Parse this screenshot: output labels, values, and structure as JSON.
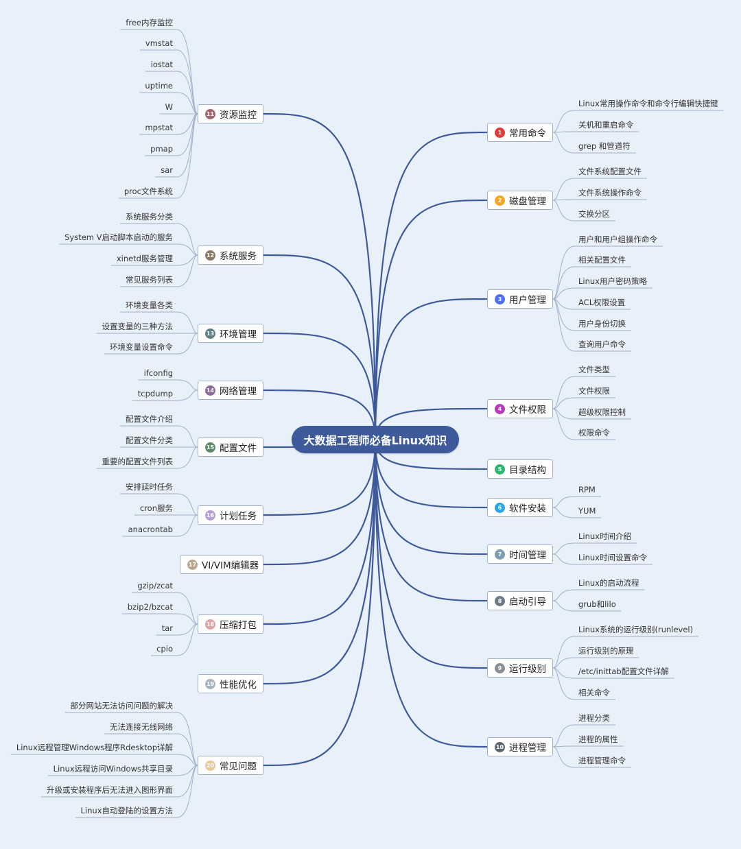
{
  "central_topic": "大数据工程师必备Linux知识",
  "colors": {
    "background": "#e8f0f9",
    "root": "#3f5a9a",
    "branch_line": "#3f5a9a",
    "leaf_line": "#9fb0c8"
  },
  "right_branches": [
    {
      "num": "1",
      "label": "常用命令",
      "color": "#e53935",
      "children": [
        "Linux常用操作命令和命令行编辑快捷键",
        "关机和重启命令",
        "grep 和管道符"
      ]
    },
    {
      "num": "2",
      "label": "磁盘管理",
      "color": "#f5a623",
      "children": [
        "文件系统配置文件",
        "文件系统操作命令",
        "交换分区"
      ]
    },
    {
      "num": "3",
      "label": "用户管理",
      "color": "#4f6ef7",
      "children": [
        "用户和用户组操作命令",
        "相关配置文件",
        "Linux用户密码策略",
        "ACL权限设置",
        "用户身份切换",
        "查询用户命令"
      ]
    },
    {
      "num": "4",
      "label": "文件权限",
      "color": "#b33fb8",
      "children": [
        "文件类型",
        "文件权限",
        "超级权限控制",
        "权限命令"
      ]
    },
    {
      "num": "5",
      "label": "目录结构",
      "color": "#2eb872",
      "children": []
    },
    {
      "num": "6",
      "label": "软件安装",
      "color": "#29a8e0",
      "children": [
        "RPM",
        "YUM"
      ]
    },
    {
      "num": "7",
      "label": "时间管理",
      "color": "#7b9eb0",
      "children": [
        "Linux时间介绍",
        "Linux时间设置命令"
      ]
    },
    {
      "num": "8",
      "label": "启动引导",
      "color": "#6c7a87",
      "children": [
        "Linux的启动流程",
        "grub和lilo"
      ]
    },
    {
      "num": "9",
      "label": "运行级别",
      "color": "#8a8f96",
      "children": [
        "Linux系统的运行级别(runlevel)",
        "运行级别的原理",
        "/etc/inittab配置文件详解",
        "相关命令"
      ]
    },
    {
      "num": "10",
      "label": "进程管理",
      "color": "#5d6670",
      "children": [
        "进程分类",
        "进程的属性",
        "进程管理命令"
      ]
    }
  ],
  "left_branches": [
    {
      "num": "11",
      "label": "资源监控",
      "color": "#a3646e",
      "children": [
        "free内存监控",
        "vmstat",
        "iostat",
        "uptime",
        "W",
        "mpstat",
        "pmap",
        "sar",
        "proc文件系统"
      ]
    },
    {
      "num": "12",
      "label": "系统服务",
      "color": "#8a7a66",
      "children": [
        "系统服务分类",
        "System V启动脚本启动的服务",
        "xinetd服务管理",
        "常见服务列表"
      ]
    },
    {
      "num": "13",
      "label": "环境管理",
      "color": "#5f7f87",
      "children": [
        "环境变量各类",
        "设置变量的三种方法",
        "环境变量设置命令"
      ]
    },
    {
      "num": "14",
      "label": "网络管理",
      "color": "#8a6a9a",
      "children": [
        "ifconfig",
        "tcpdump"
      ]
    },
    {
      "num": "15",
      "label": "配置文件",
      "color": "#5e8a6a",
      "children": [
        "配置文件介绍",
        "配置文件分类",
        "重要的配置文件列表"
      ]
    },
    {
      "num": "16",
      "label": "计划任务",
      "color": "#b2a2d0",
      "children": [
        "安排延时任务",
        "cron服务",
        "anacrontab"
      ]
    },
    {
      "num": "17",
      "label": "VI/VIM编辑器",
      "color": "#b8a88e",
      "children": []
    },
    {
      "num": "18",
      "label": "压缩打包",
      "color": "#e0a3a3",
      "children": [
        "gzip/zcat",
        "bzip2/bzcat",
        "tar",
        "cpio"
      ]
    },
    {
      "num": "19",
      "label": "性能优化",
      "color": "#a8b4bd",
      "children": []
    },
    {
      "num": "20",
      "label": "常见问题",
      "color": "#e8c79a",
      "children": [
        "部分网站无法访问问题的解决",
        "无法连接无线网络",
        "Linux远程管理Windows程序Rdesktop详解",
        "Linux远程访问Windows共享目录",
        "升级或安装程序后无法进入图形界面",
        "Linux自动登陆的设置方法"
      ]
    }
  ]
}
